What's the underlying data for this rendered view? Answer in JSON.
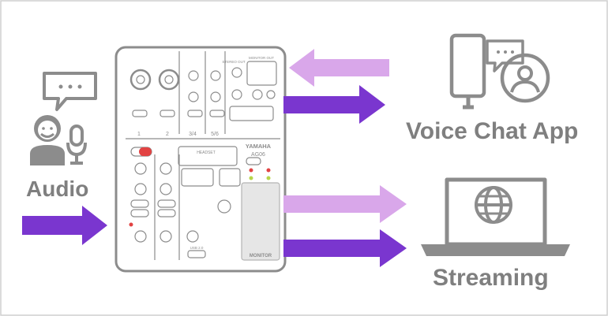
{
  "labels": {
    "audio": "Audio",
    "voice_chat": "Voice Chat App",
    "streaming": "Streaming"
  },
  "mixer": {
    "brand": "YAMAHA",
    "model": "AG06",
    "channel_numbers": [
      "1",
      "2",
      "3/4",
      "5/6"
    ],
    "top_labels": [
      "STEREO OUT",
      "MONITOR OUT"
    ],
    "headset_label": "HEADSET",
    "usb_label": "USB 2.0",
    "monitor_label": "MONITOR"
  },
  "colors": {
    "outline": "#8c8c8c",
    "light_purple": "#d9a7ea",
    "dark_purple": "#7a36cf",
    "frame": "#cfcfcf"
  },
  "icons": [
    "speech-bubble-icon",
    "person-icon",
    "microphone-icon",
    "smartphone-icon",
    "avatar-icon",
    "laptop-icon",
    "globe-icon"
  ]
}
